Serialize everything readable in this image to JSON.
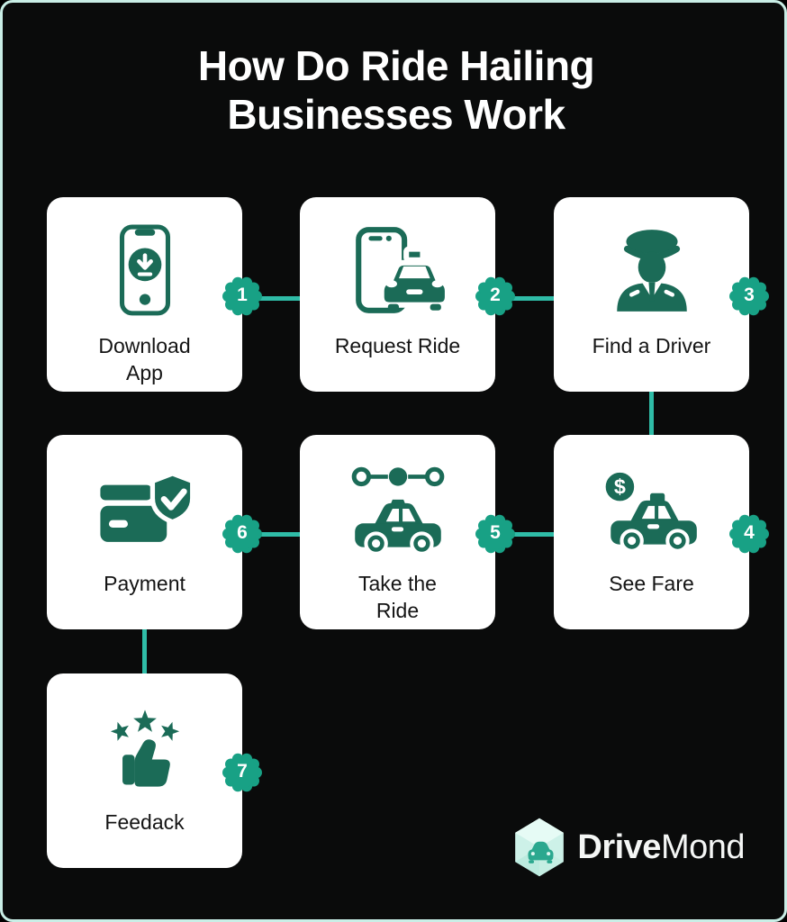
{
  "title": "How Do Ride Hailing\nBusinesses Work",
  "steps": [
    {
      "number": "1",
      "label": "Download\nApp",
      "icon": "phone-download-icon"
    },
    {
      "number": "2",
      "label": "Request Ride",
      "icon": "phone-taxi-icon"
    },
    {
      "number": "3",
      "label": "Find a Driver",
      "icon": "chauffeur-icon"
    },
    {
      "number": "4",
      "label": "See Fare",
      "icon": "taxi-fare-icon"
    },
    {
      "number": "5",
      "label": "Take the\nRide",
      "icon": "car-route-icon"
    },
    {
      "number": "6",
      "label": "Payment",
      "icon": "card-shield-icon"
    },
    {
      "number": "7",
      "label": "Feedack",
      "icon": "thumbs-up-stars-icon"
    }
  ],
  "logo": {
    "brand_bold": "Drive",
    "brand_light": "Mond"
  },
  "colors": {
    "background": "#0a0b0b",
    "frame_border": "#c9eee6",
    "card_background": "#ffffff",
    "icon_green": "#1b6b57",
    "badge_teal": "#18a185",
    "connector_teal": "#2fbca7",
    "title_white": "#ffffff",
    "label_dark": "#141414",
    "logo_hex_mint": "#cdf1e8",
    "logo_car_teal": "#2ba88f"
  }
}
